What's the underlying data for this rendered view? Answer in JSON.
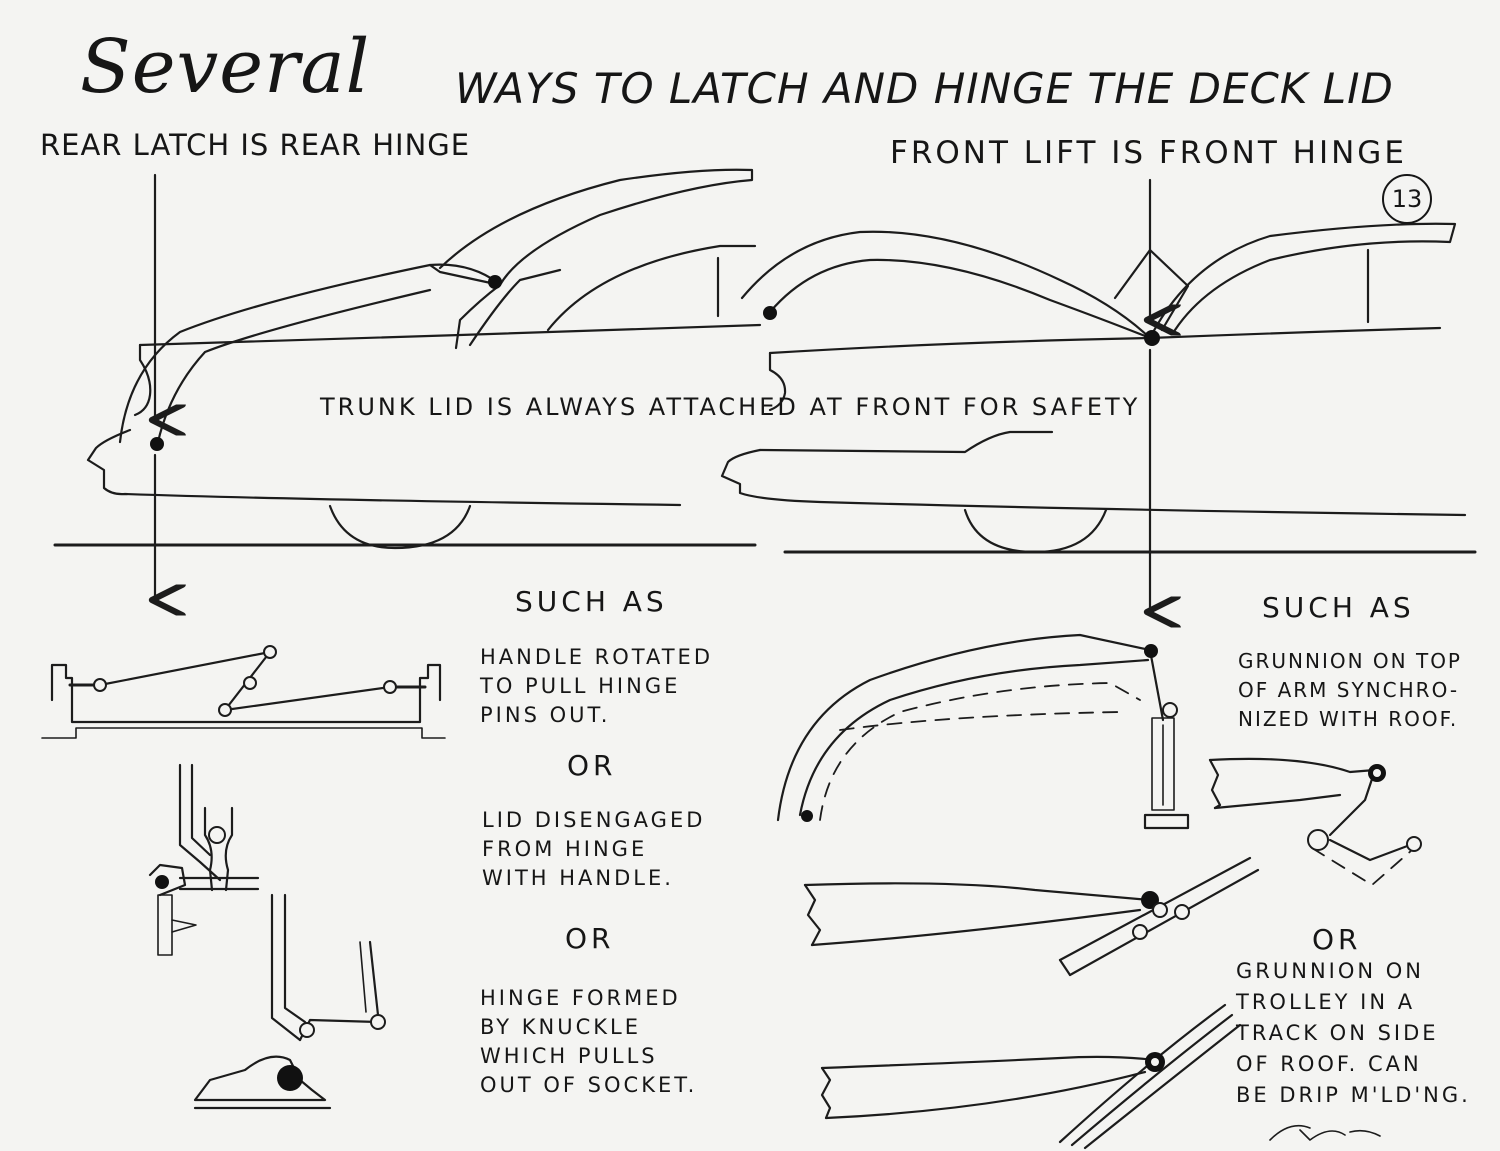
{
  "title": {
    "script_word": "Several",
    "rest": "WAYS TO LATCH AND HINGE THE DECK LID"
  },
  "page_number": "13",
  "left_heading": "REAR LATCH IS REAR HINGE",
  "right_heading": "FRONT LIFT IS FRONT HINGE",
  "trunk_note": "TRUNK LID IS ALWAYS ATTACHED AT FRONT FOR SAFETY",
  "left": {
    "such_as": "SUCH AS",
    "methods": [
      {
        "lines": [
          "HANDLE ROTATED",
          "TO PULL HINGE",
          "PINS OUT."
        ]
      },
      {
        "lines": [
          "LID DISENGAGED",
          "FROM HINGE",
          "WITH HANDLE."
        ]
      },
      {
        "lines": [
          "HINGE FORMED",
          "BY KNUCKLE",
          "WHICH PULLS",
          "OUT OF SOCKET."
        ]
      }
    ],
    "or_1": "OR",
    "or_2": "OR"
  },
  "right": {
    "such_as": "SUCH AS",
    "methods": [
      {
        "lines": [
          "GRUNNION ON TOP",
          "OF ARM SYNCHRO-",
          "NIZED WITH ROOF."
        ]
      },
      {
        "lines": [
          "GRUNNION ON",
          "TROLLEY IN A",
          "TRACK ON SIDE",
          "OF ROOF. CAN",
          "BE DRIP M'LD'NG."
        ]
      }
    ],
    "or_1": "OR"
  }
}
